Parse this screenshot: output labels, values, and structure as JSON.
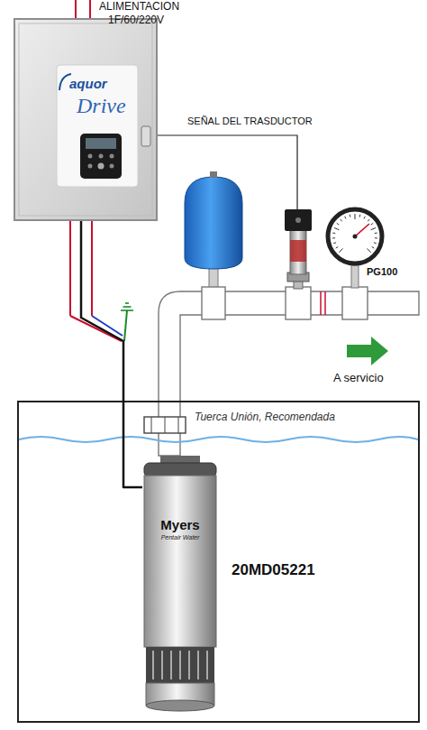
{
  "diagram": {
    "nodes": [
      {
        "text": [
          "aquor",
          "Drive"
        ]
      },
      {
        "text": [
          "PG100"
        ]
      },
      {
        "text": [
          "Myers",
          "Pentair Water"
        ]
      }
    ],
    "edges": [
      {
        "from": 0,
        "to": 2,
        "arrow": "none"
      }
    ],
    "labels": [
      "ALIMENTACION",
      "1F/60/220V",
      "SEÑAL DEL TRASDUCTOR",
      "A servicio",
      "Tuerca Unión, Recomendada",
      "20MD05221"
    ]
  }
}
